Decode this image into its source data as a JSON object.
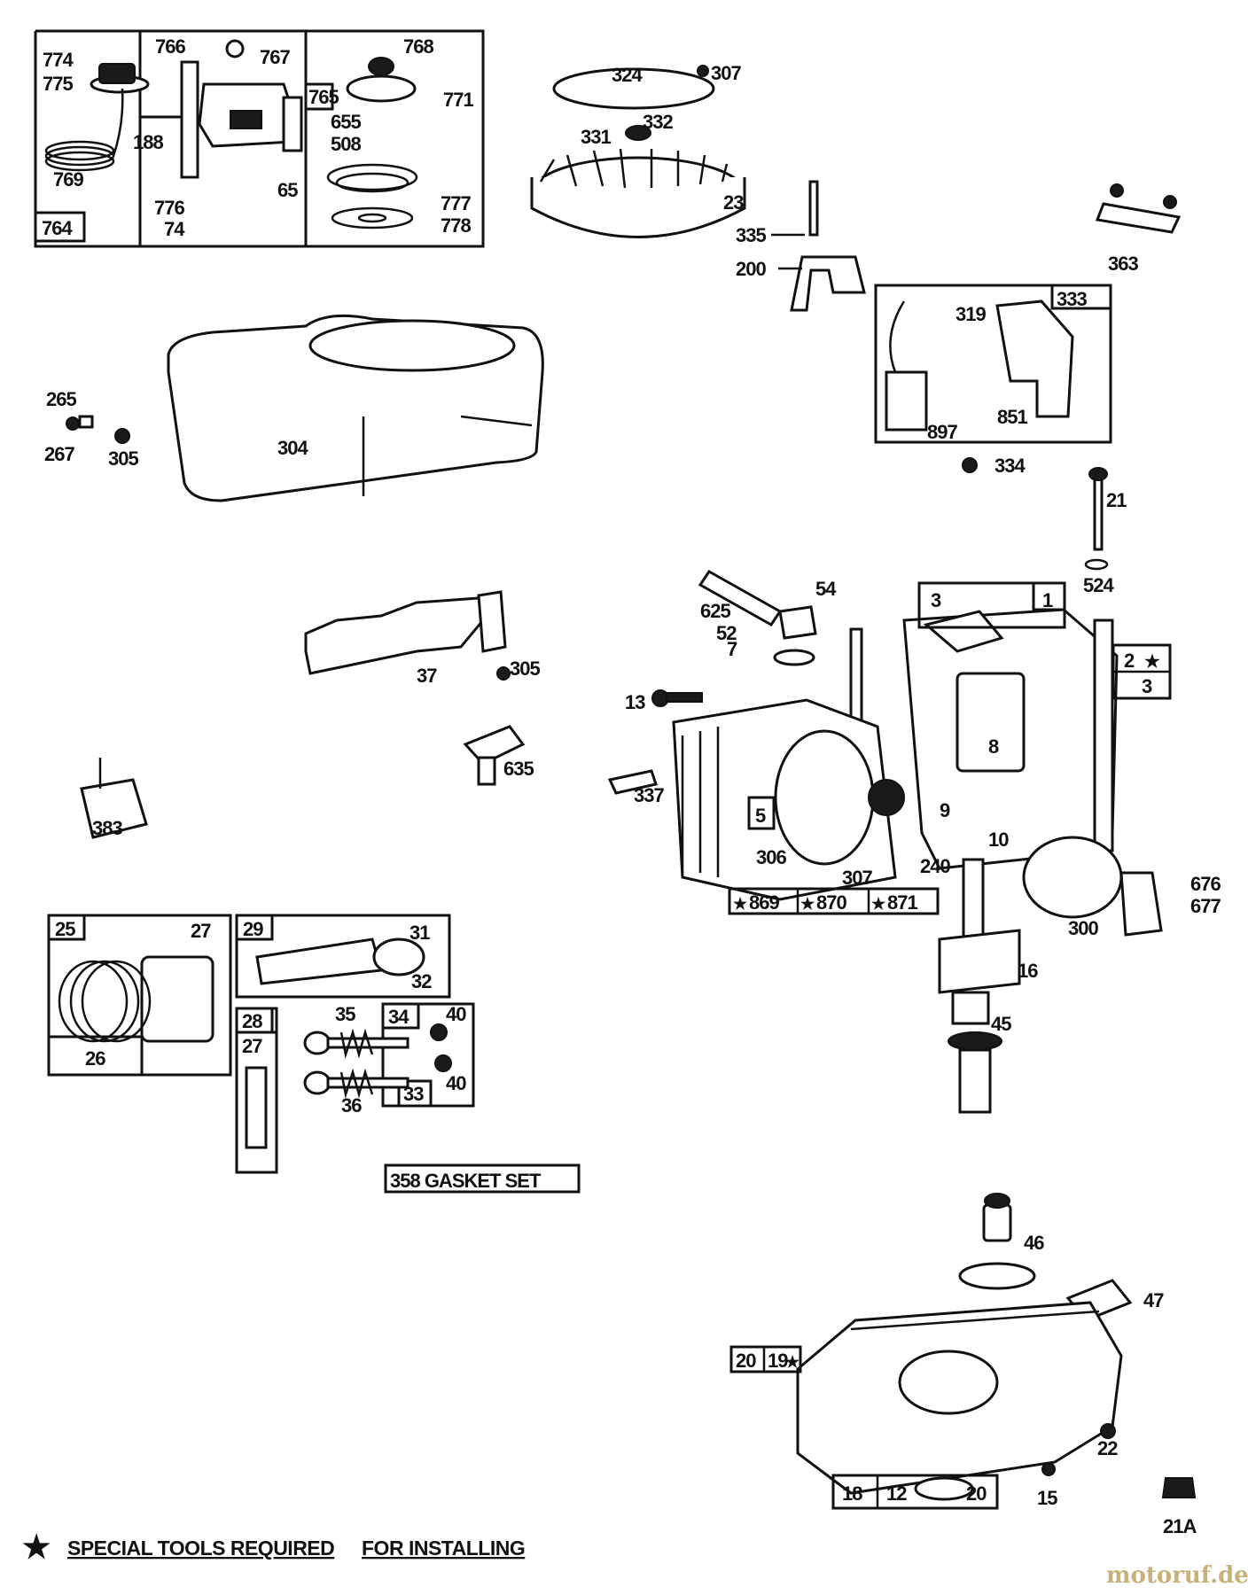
{
  "parts": {
    "p774": "774",
    "p775": "775",
    "p769": "769",
    "p764": "764",
    "p766a": "766",
    "p767": "767",
    "p765": "765",
    "p188": "188",
    "p776": "776",
    "p74": "74",
    "p65": "65",
    "p766b": "768",
    "p771": "771",
    "p655": "655",
    "p508": "508",
    "p777": "777",
    "p778": "778",
    "p324": "324",
    "p307a": "307",
    "p331": "331",
    "p332": "332",
    "p23": "23",
    "p335": "335",
    "p200": "200",
    "p363": "363",
    "p319": "319",
    "p333": "333",
    "p851": "851",
    "p897": "897",
    "p334": "334",
    "p21": "21",
    "p524": "524",
    "p265": "265",
    "p267": "267",
    "p305a": "305",
    "p304": "304",
    "p54": "54",
    "p625": "625",
    "p52": "52",
    "p7": "7",
    "p3a": "3",
    "p1": "1",
    "p2": "2",
    "p3b": "3",
    "p13": "13",
    "p8": "8",
    "p337": "337",
    "p5": "5",
    "p9": "9",
    "p10": "10",
    "p306": "306",
    "p307b": "307",
    "p240": "240",
    "p869": "869",
    "p870": "870",
    "p871": "871",
    "p37": "37",
    "p305b": "305",
    "p635": "635",
    "p383": "383",
    "p676": "676",
    "p677": "677",
    "p300": "300",
    "p16": "16",
    "p45": "45",
    "p25": "25",
    "p27a": "27",
    "p26": "26",
    "p29": "29",
    "p31": "31",
    "p32": "32",
    "p28": "28",
    "p27b": "27",
    "p35": "35",
    "p34": "34",
    "p40a": "40",
    "p36": "36",
    "p33": "33",
    "p40b": "40",
    "p46": "46",
    "p47": "47",
    "p20a": "20",
    "p19": "19",
    "p22": "22",
    "p18": "18",
    "p12": "12",
    "p20b": "20",
    "p15": "15",
    "p21a": "21A"
  },
  "gasket_set_label": "358 GASKET SET",
  "footer": {
    "note_a": "SPECIAL TOOLS REQUIRED",
    "note_b": "FOR INSTALLING"
  },
  "watermark": "motoruf.de"
}
